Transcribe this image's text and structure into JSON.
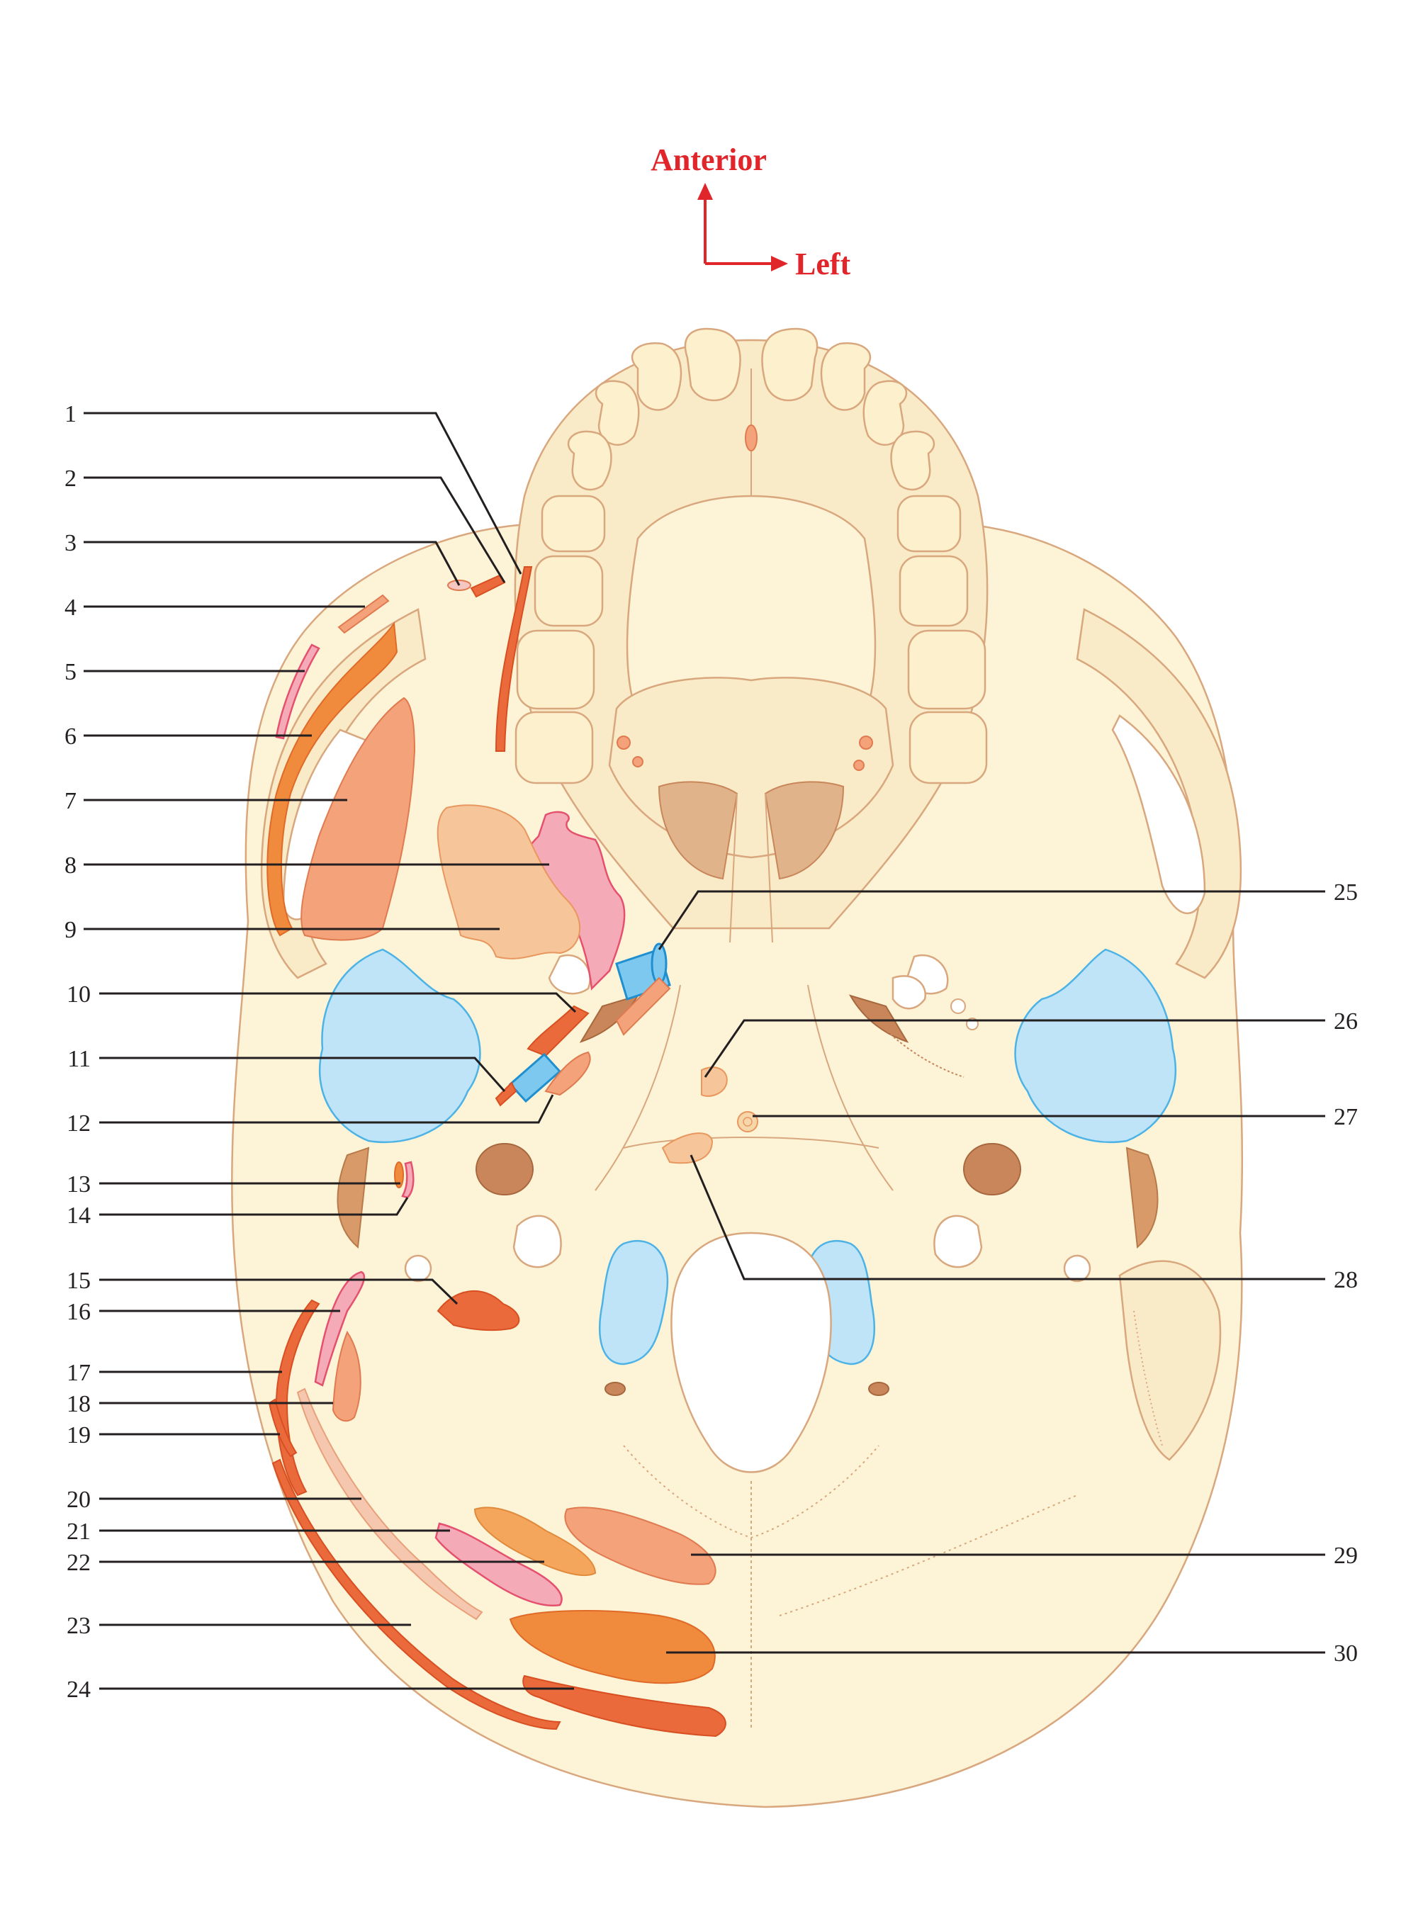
{
  "orientation": {
    "anterior": "Anterior",
    "left": "Left",
    "arrow_color": "#e0262b"
  },
  "labels_left": [
    "1",
    "2",
    "3",
    "4",
    "5",
    "6",
    "7",
    "8",
    "9",
    "10",
    "11",
    "12",
    "13",
    "14",
    "15",
    "16",
    "17",
    "18",
    "19",
    "20",
    "21",
    "22",
    "23",
    "24"
  ],
  "labels_right": [
    "25",
    "26",
    "27",
    "28",
    "29",
    "30"
  ],
  "colors": {
    "bone": "#fdf3d6",
    "bone_outline": "#d9a77e",
    "muscle_orange": "#f08a3c",
    "muscle_salmon": "#f4a27a",
    "muscle_pink": "#f5aab8",
    "cartilage_blue": "#bfe3f7",
    "leader_line": "#231f20"
  }
}
